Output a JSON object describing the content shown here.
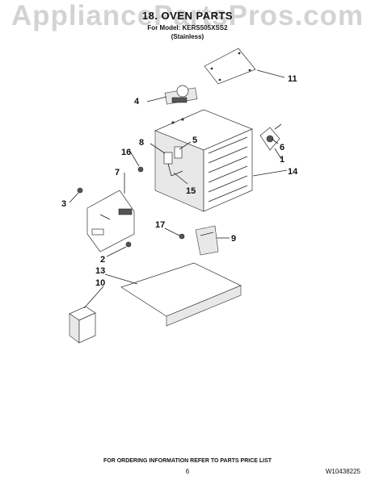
{
  "watermark": "AppliancePartsPros.com",
  "header": {
    "title": "18. OVEN PARTS",
    "model_line": "For Model: KERS505XSS2",
    "variant": "(Stainless)"
  },
  "callouts": {
    "c1": "1",
    "c2": "2",
    "c3": "3",
    "c4": "4",
    "c5": "5",
    "c6": "6",
    "c7": "7",
    "c8": "8",
    "c9": "9",
    "c10": "10",
    "c11": "11",
    "c13": "13",
    "c14": "14",
    "c15": "15",
    "c16": "16",
    "c17": "17"
  },
  "footer": {
    "order_note": "FOR ORDERING INFORMATION REFER TO PARTS PRICE LIST",
    "page": "6",
    "doc_number": "W10438225"
  }
}
